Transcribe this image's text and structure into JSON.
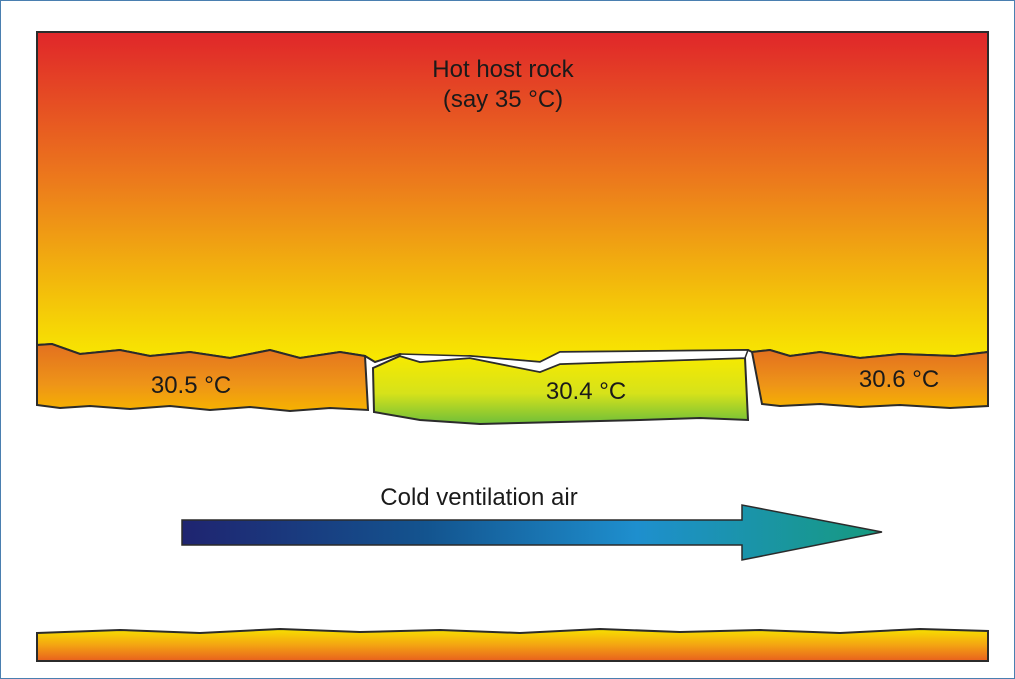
{
  "diagram": {
    "host_rock_title": "Hot host rock",
    "host_rock_temp": "(say 35 °C)",
    "left_segment_temp": "30.5 °C",
    "middle_segment_temp": "30.4 °C",
    "right_segment_temp": "30.6 °C",
    "airflow_label": "Cold ventilation air"
  },
  "colors": {
    "frame_border": "#4a7fb0",
    "rock_hot": "#e0262a",
    "rock_warm": "#e8731e",
    "rock_yellow": "#f7e600",
    "segment_orange_top": "#e77a1f",
    "segment_orange_bottom": "#f7b500",
    "segment_green": "#7fc436",
    "air_dark_blue": "#1f2a6e",
    "air_light_blue": "#1e8fce",
    "air_teal": "#1a9c86"
  }
}
